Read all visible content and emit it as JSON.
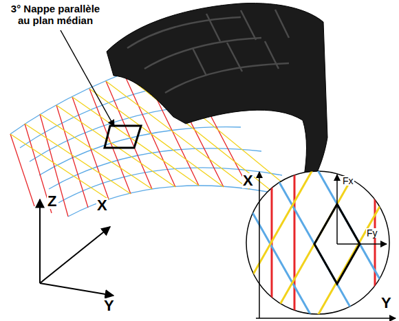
{
  "diagram": {
    "labels": [
      "3° Nappe parallèle au plan médian",
      "Z",
      "X",
      "Y",
      "X",
      "Fx",
      "Fy",
      "Y"
    ]
  }
}
